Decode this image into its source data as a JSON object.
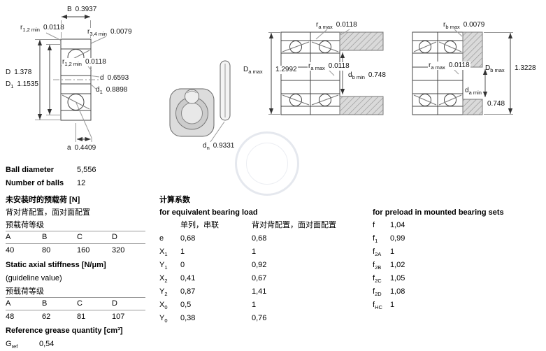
{
  "dims": {
    "B": {
      "b": "B",
      "s": "",
      "v": "0.3937"
    },
    "r12_top": {
      "b": "r",
      "s": "1,2 min",
      "v": "0.0118"
    },
    "r34": {
      "b": "r",
      "s": "3,4 min",
      "v": "0.0079"
    },
    "D": {
      "b": "D",
      "s": "",
      "v": "1.378"
    },
    "D1": {
      "b": "D",
      "s": "1",
      "v": "1.1535"
    },
    "r12_mid": {
      "b": "r",
      "s": "1,2 min",
      "v": "0.0118"
    },
    "d": {
      "b": "d",
      "s": "",
      "v": "0.6593"
    },
    "d1": {
      "b": "d",
      "s": "1",
      "v": "0.8898"
    },
    "a": {
      "b": "a",
      "s": "",
      "v": "0.4409"
    },
    "dn": {
      "b": "d",
      "s": "n",
      "v": "0.9331"
    },
    "ra_top_mid": {
      "b": "r",
      "s": "a max",
      "v": "0.0118"
    },
    "ra_mid_mid": {
      "b": "r",
      "s": "a max",
      "v": "0.0118"
    },
    "Da": {
      "b": "D",
      "s": "a max",
      "v": "1.2992"
    },
    "db": {
      "b": "d",
      "s": "b min",
      "v": "0.748"
    },
    "rb_top": {
      "b": "r",
      "s": "b max",
      "v": "0.0079"
    },
    "ra_mid_right": {
      "b": "r",
      "s": "a max",
      "v": "0.0118"
    },
    "Db": {
      "b": "D",
      "s": "b max",
      "v": "1.3228"
    },
    "da": {
      "b": "d",
      "s": "a min",
      "v": "0.748"
    }
  },
  "specs": {
    "ball_diameter_label": "Ball diameter",
    "ball_diameter_value": "5,556",
    "number_of_balls_label": "Number of balls",
    "number_of_balls_value": "12"
  },
  "preload_table": {
    "title": "未安装时的预载荷 [N]",
    "subtitle": "背对背配置，面对面配置",
    "class_label": "预载荷等级",
    "headers": [
      "A",
      "B",
      "C",
      "D"
    ],
    "values": [
      "40",
      "80",
      "160",
      "320"
    ]
  },
  "stiffness_table": {
    "title": "Static axial stiffness [N/μm]",
    "subtitle": "(guideline value)",
    "class_label": "预载荷等级",
    "headers": [
      "A",
      "B",
      "C",
      "D"
    ],
    "values": [
      "48",
      "62",
      "81",
      "107"
    ]
  },
  "grease": {
    "title": "Reference grease quantity [cm³]",
    "label_base": "G",
    "label_sub": "ref",
    "value": "0,54"
  },
  "calc_factors": {
    "title": "计算系数",
    "subtitle": "for equivalent bearing load",
    "col1_header": "单列，串联",
    "col2_header": "背对背配置，面对面配置",
    "rows": [
      {
        "b": "e",
        "s": "",
        "v1": "0,68",
        "v2": "0,68"
      },
      {
        "b": "X",
        "s": "1",
        "v1": "1",
        "v2": "1"
      },
      {
        "b": "Y",
        "s": "1",
        "v1": "0",
        "v2": "0,92"
      },
      {
        "b": "X",
        "s": "2",
        "v1": "0,41",
        "v2": "0,67"
      },
      {
        "b": "Y",
        "s": "2",
        "v1": "0,87",
        "v2": "1,41"
      },
      {
        "b": "X",
        "s": "0",
        "v1": "0,5",
        "v2": "1"
      },
      {
        "b": "Y",
        "s": "0",
        "v1": "0,38",
        "v2": "0,76"
      }
    ]
  },
  "preload_factors": {
    "title": "for preload in mounted bearing sets",
    "rows": [
      {
        "b": "f",
        "s": "",
        "v": "1,04"
      },
      {
        "b": "f",
        "s": "1",
        "v": "0,99"
      },
      {
        "b": "f",
        "s": "2A",
        "v": "1"
      },
      {
        "b": "f",
        "s": "2B",
        "v": "1,02"
      },
      {
        "b": "f",
        "s": "2C",
        "v": "1,05"
      },
      {
        "b": "f",
        "s": "2D",
        "v": "1,08"
      },
      {
        "b": "f",
        "s": "HC",
        "v": "1"
      }
    ]
  }
}
